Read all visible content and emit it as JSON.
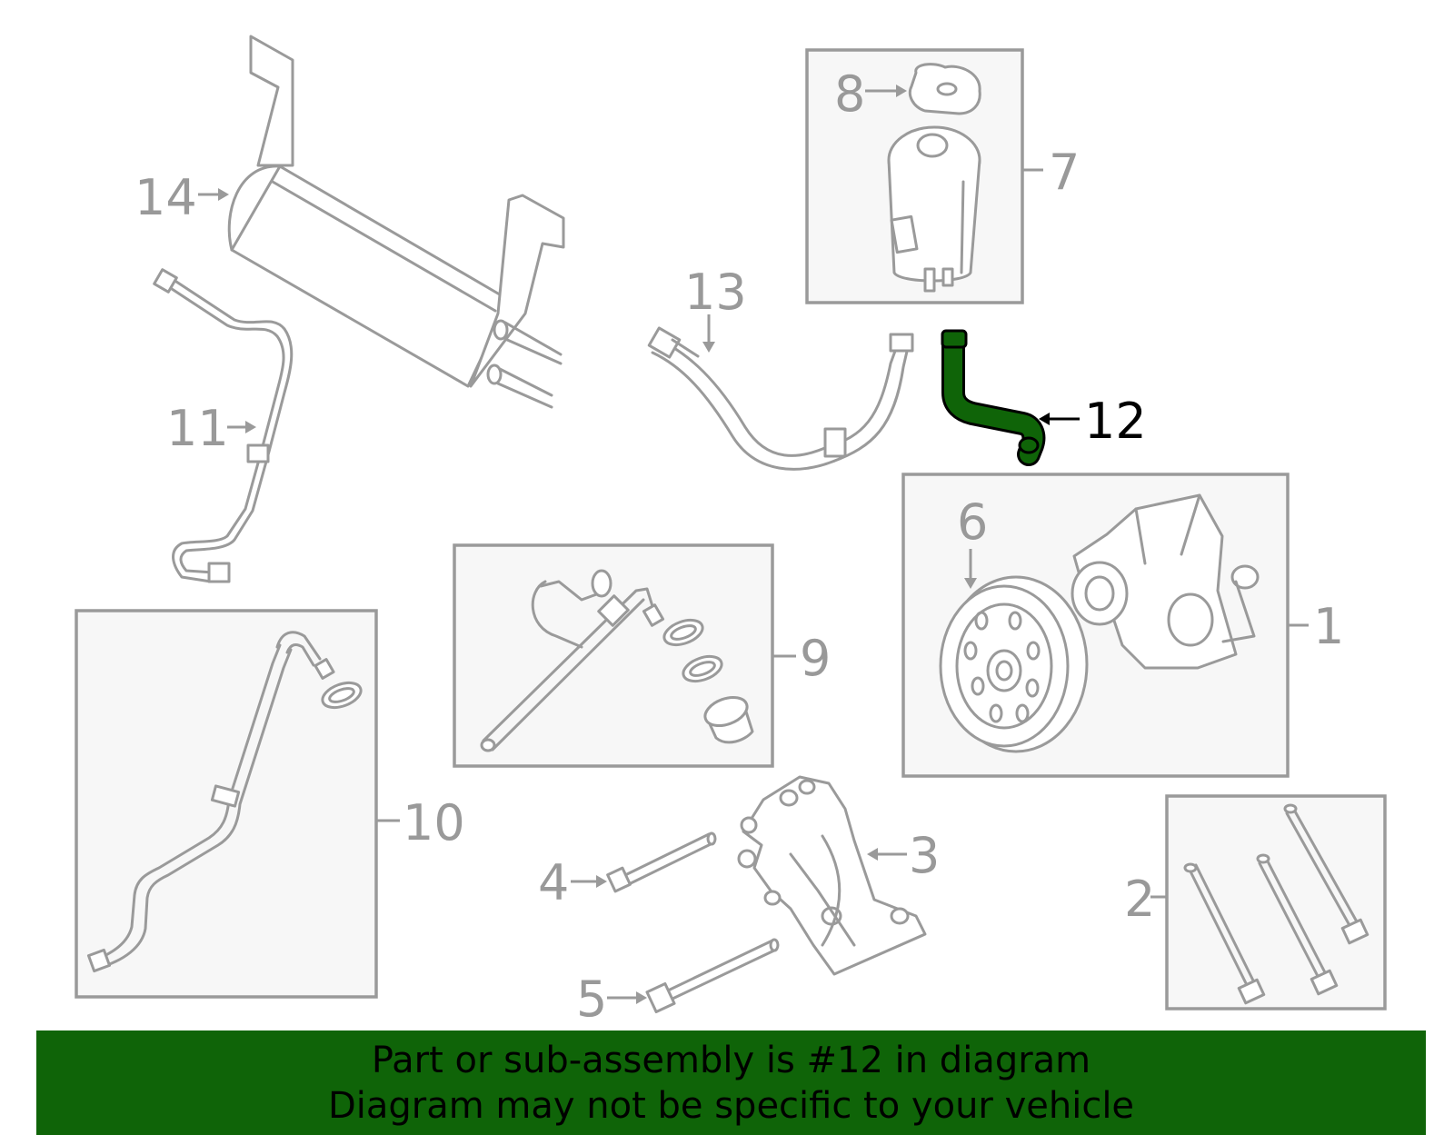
{
  "callouts": {
    "c1": "1",
    "c2": "2",
    "c3": "3",
    "c4": "4",
    "c5": "5",
    "c6": "6",
    "c7": "7",
    "c8": "8",
    "c9": "9",
    "c10": "10",
    "c11": "11",
    "c12": "12",
    "c13": "13",
    "c14": "14"
  },
  "highlight": {
    "part": "12",
    "color": "#0f6408"
  },
  "banner": {
    "line1": "Part or sub-assembly is #12 in diagram",
    "line2": "Diagram may not be specific to your vehicle",
    "color": "#0f6408"
  }
}
